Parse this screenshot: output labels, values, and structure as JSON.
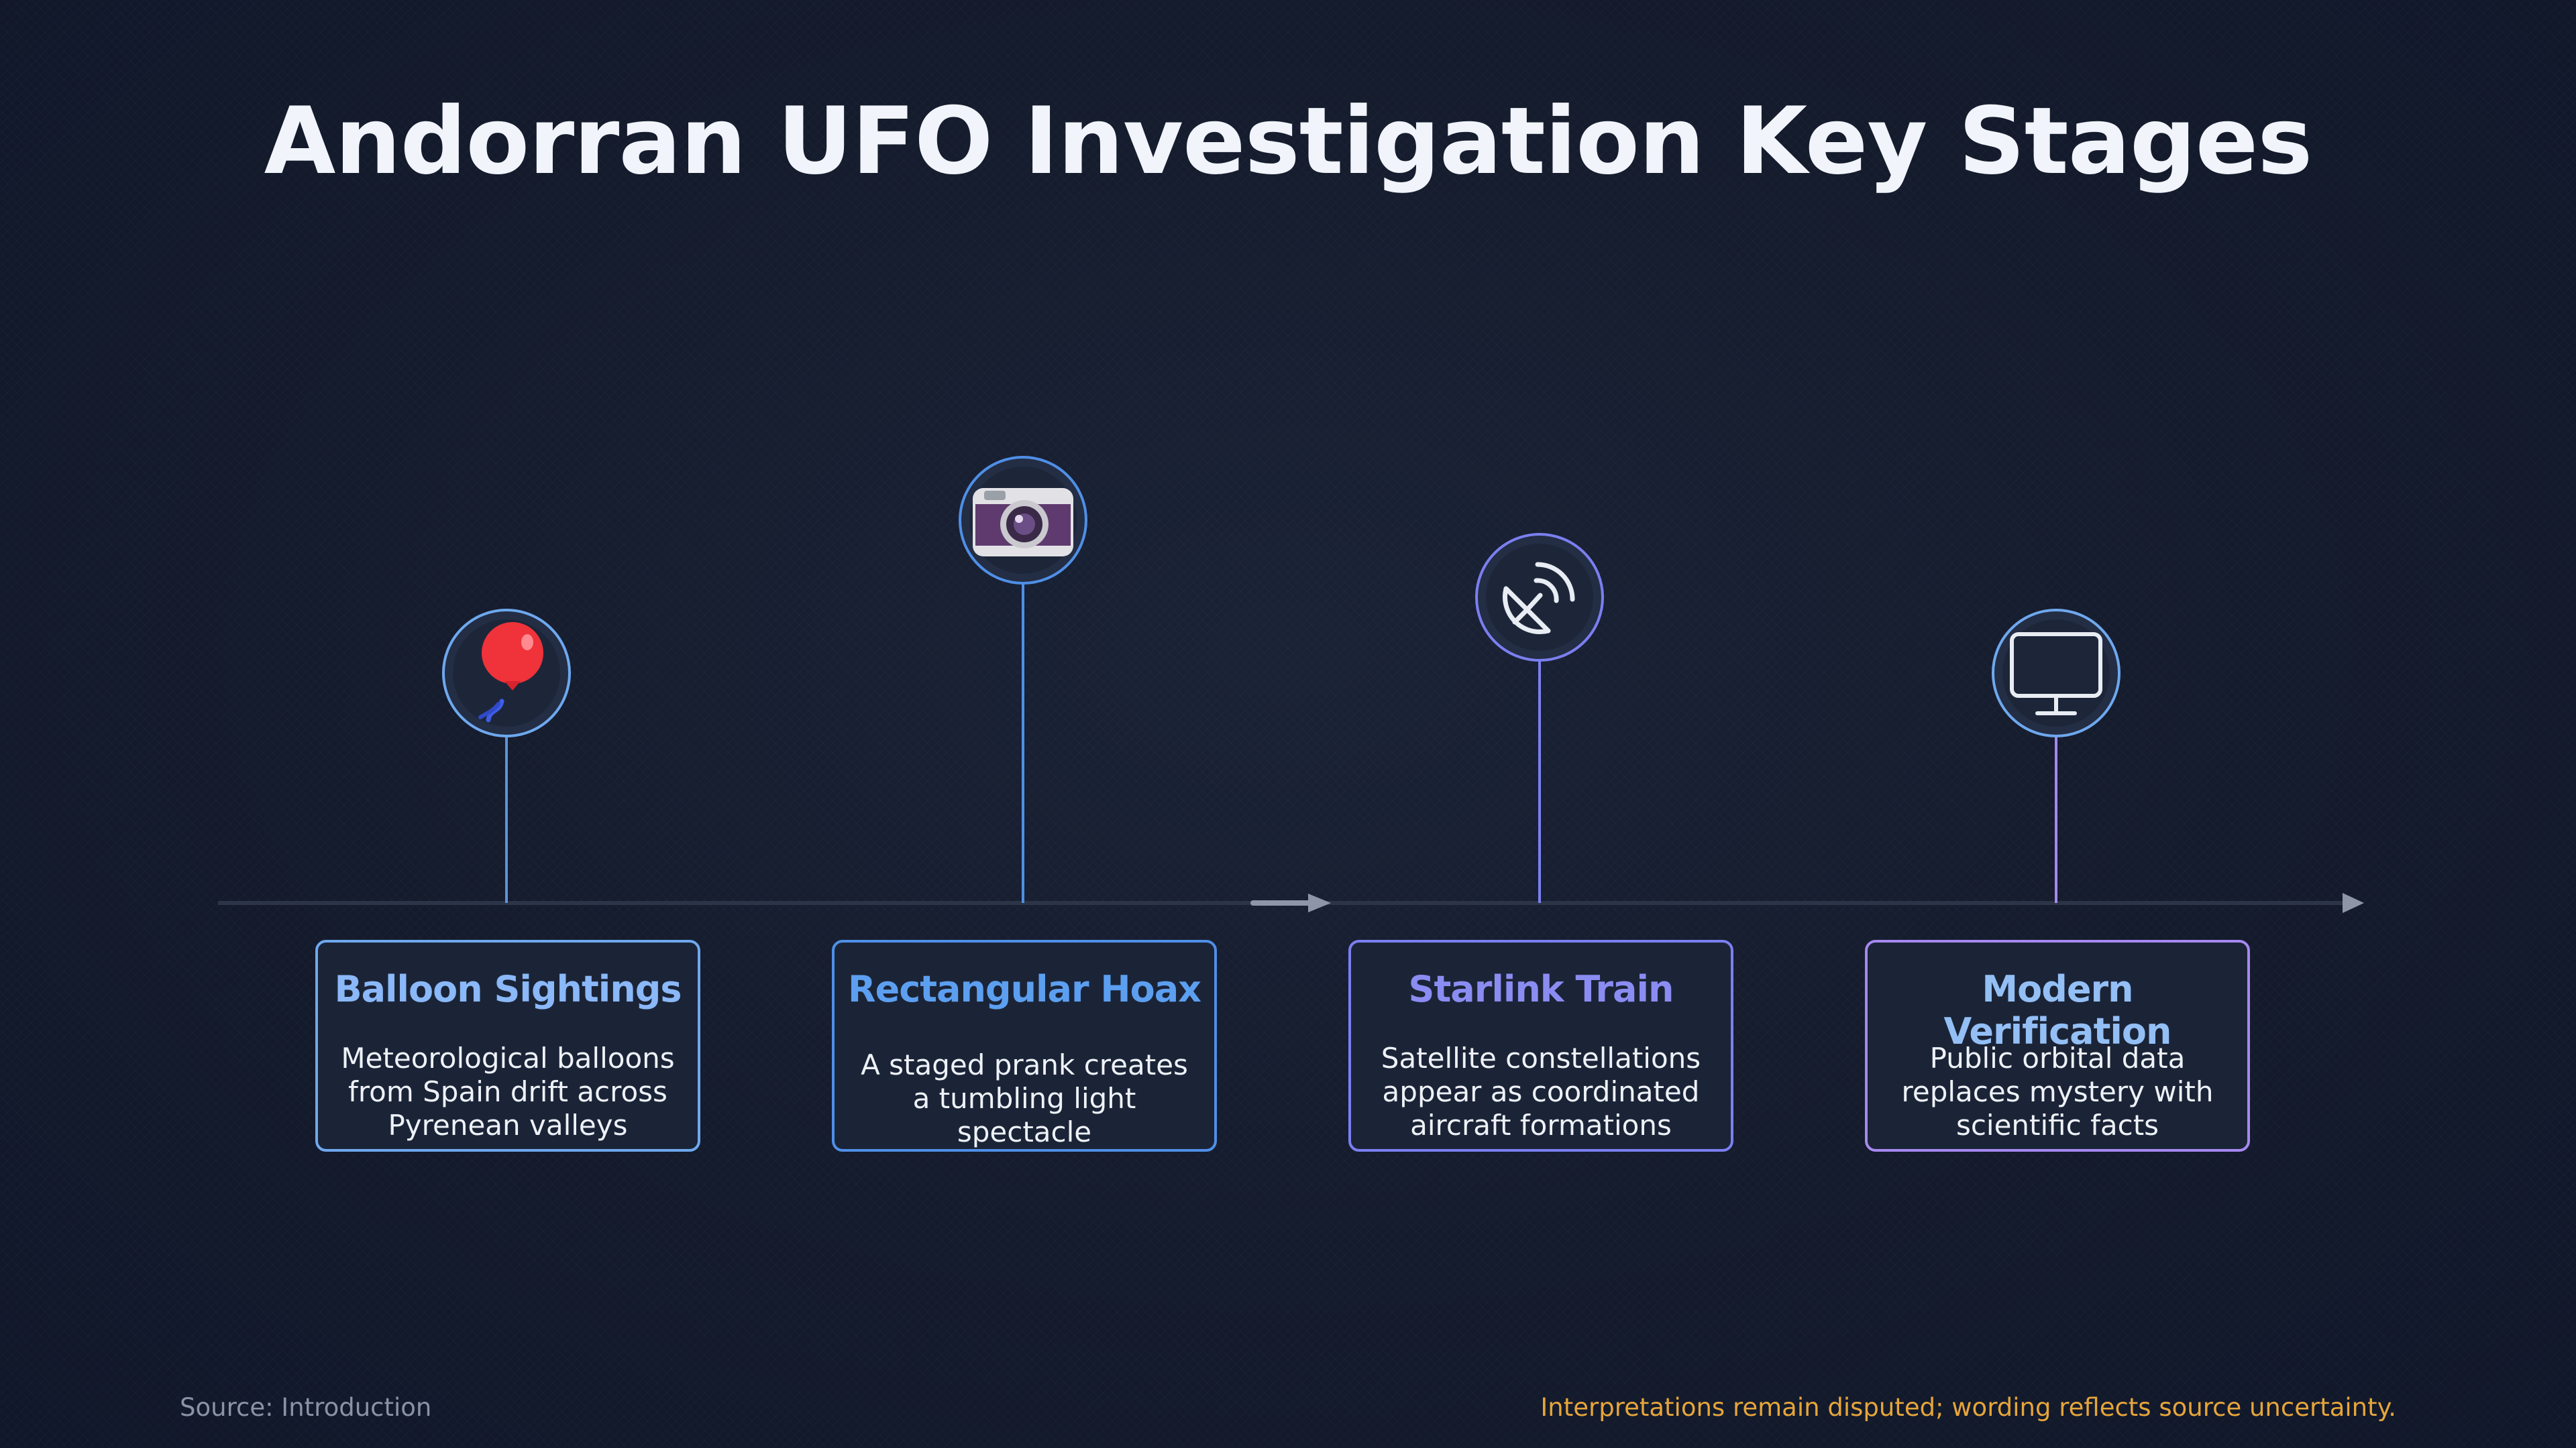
{
  "title": "Andorran UFO Investigation Key Stages",
  "stages": [
    {
      "title": "Balloon Sightings",
      "desc_lines": [
        "Meteorological balloons",
        "from Spain drift across",
        "Pyrenean valleys"
      ],
      "icon": "balloon-icon",
      "title_color": "#8ab8f8",
      "border_color": "#6ea8ee",
      "line_color": "#5b93dc"
    },
    {
      "title": "Rectangular Hoax",
      "desc_lines": [
        "A staged prank creates",
        "a tumbling light spectacle"
      ],
      "icon": "camera-icon",
      "title_color": "#5c9ff0",
      "border_color": "#4f8fe6",
      "line_color": "#4f8fe6"
    },
    {
      "title": "Starlink Train",
      "desc_lines": [
        "Satellite constellations",
        "appear as coordinated",
        "aircraft formations"
      ],
      "icon": "satellite-dish-icon",
      "title_color": "#8b8cf2",
      "border_color": "#7b7ff0",
      "line_color": "#7b7ff0"
    },
    {
      "title": "Modern Verification",
      "desc_lines": [
        "Public orbital data",
        "replaces mystery with",
        "scientific facts"
      ],
      "icon": "monitor-icon",
      "title_color": "#93bff5",
      "border_color": "#a688f0",
      "line_color": "#a688f0"
    }
  ],
  "footer": {
    "source": "Source: Introduction",
    "note": "Interpretations remain disputed; wording reflects source uncertainty."
  }
}
